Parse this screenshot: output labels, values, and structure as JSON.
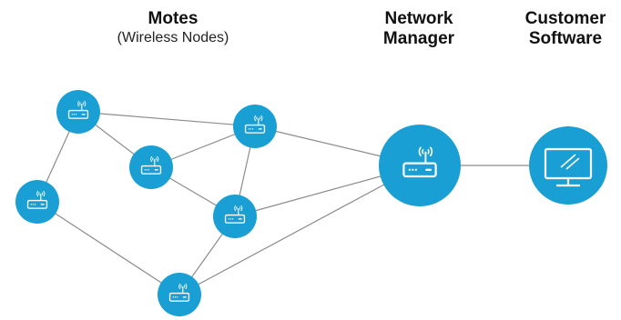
{
  "labels": {
    "motes_title": "Motes",
    "motes_subtitle": "(Wireless Nodes)",
    "network_manager_line1": "Network",
    "network_manager_line2": "Manager",
    "customer_software_line1": "Customer",
    "customer_software_line2": "Software"
  },
  "colors": {
    "node_fill": "#1a9fd4",
    "link_stroke": "#8c8c8c",
    "icon": "#ffffff"
  },
  "nodes": [
    {
      "id": "mote-1",
      "kind": "mote",
      "icon": "wireless-router-icon"
    },
    {
      "id": "mote-2",
      "kind": "mote",
      "icon": "wireless-router-icon"
    },
    {
      "id": "mote-3",
      "kind": "mote",
      "icon": "wireless-router-icon"
    },
    {
      "id": "mote-4",
      "kind": "mote",
      "icon": "wireless-router-icon"
    },
    {
      "id": "mote-5",
      "kind": "mote",
      "icon": "wireless-router-icon"
    },
    {
      "id": "mote-6",
      "kind": "mote",
      "icon": "wireless-router-icon"
    },
    {
      "id": "network-manager",
      "kind": "manager",
      "icon": "wireless-router-icon"
    },
    {
      "id": "customer-software",
      "kind": "computer",
      "icon": "monitor-icon"
    }
  ],
  "links": [
    [
      "mote-1",
      "mote-2"
    ],
    [
      "mote-1",
      "mote-3"
    ],
    [
      "mote-1",
      "mote-4"
    ],
    [
      "mote-2",
      "mote-3"
    ],
    [
      "mote-2",
      "mote-5"
    ],
    [
      "mote-2",
      "network-manager"
    ],
    [
      "mote-3",
      "mote-5"
    ],
    [
      "mote-4",
      "mote-6"
    ],
    [
      "mote-5",
      "mote-6"
    ],
    [
      "mote-5",
      "network-manager"
    ],
    [
      "mote-6",
      "network-manager"
    ],
    [
      "network-manager",
      "customer-software"
    ]
  ]
}
